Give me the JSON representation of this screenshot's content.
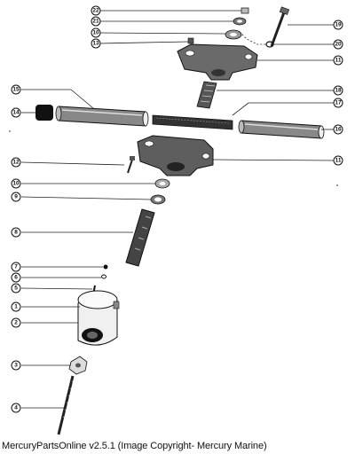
{
  "caption": "MercuryPartsOnline v2.5.1 (Image Copyright- Mercury Marine)",
  "callouts": {
    "c22": "22",
    "c21": "21",
    "c10top": "10",
    "c13": "13",
    "c19": "19",
    "c20": "20",
    "c11top": "11",
    "c18": "18",
    "c15": "15",
    "c17": "17",
    "c14": "14",
    "c16": "16",
    "c12": "12",
    "c11mid": "11",
    "c10mid": "10",
    "c9": "9",
    "c8": "8",
    "c7": "7",
    "c6": "6",
    "c5": "5",
    "c1": "1",
    "c2": "2",
    "c3": "3",
    "c4": "4"
  }
}
